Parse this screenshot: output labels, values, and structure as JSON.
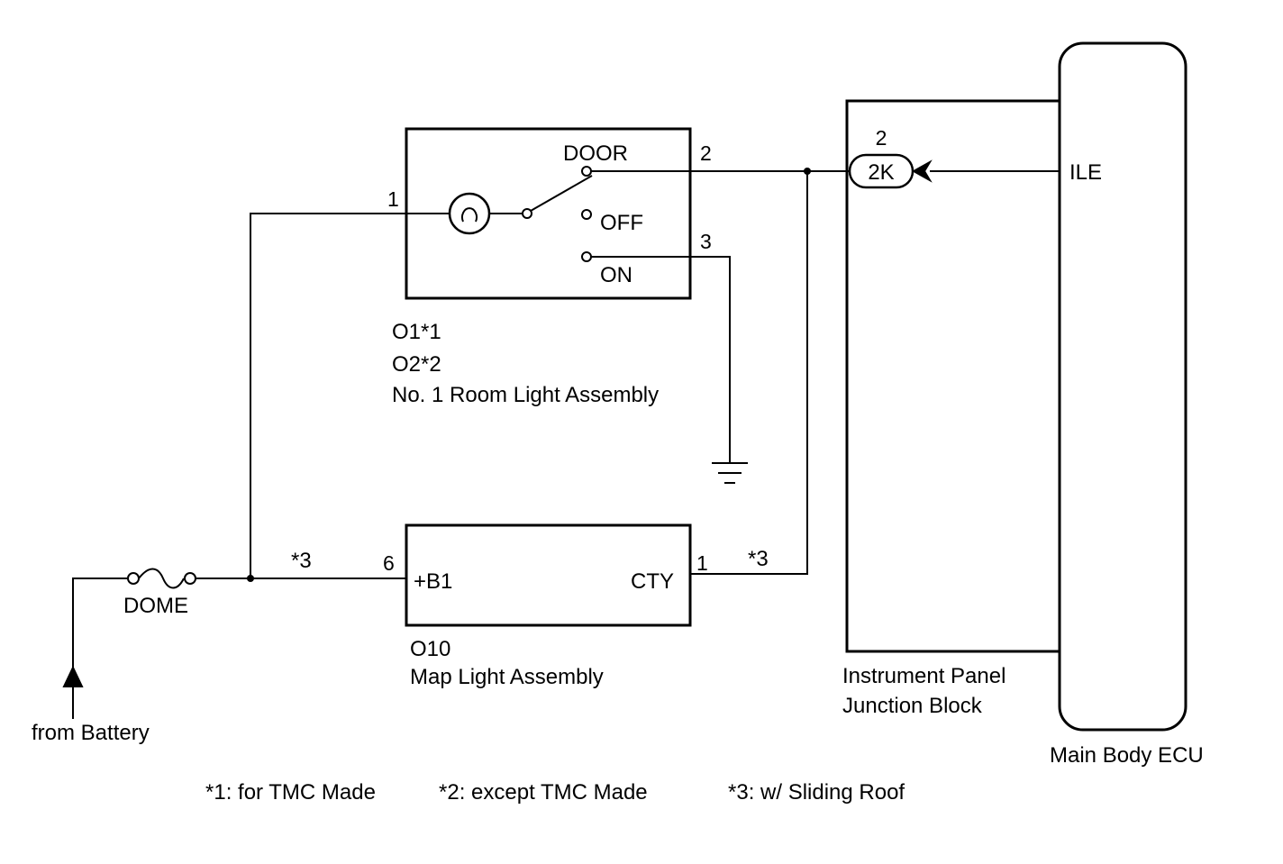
{
  "room_light": {
    "codes": [
      "O1*1",
      "O2*2"
    ],
    "name": "No. 1 Room Light Assembly",
    "positions": {
      "door": "DOOR",
      "off": "OFF",
      "on": "ON"
    },
    "pins": {
      "p1": "1",
      "p2": "2",
      "p3": "3"
    }
  },
  "map_light": {
    "code": "O10",
    "name": "Map Light Assembly",
    "terminals": {
      "b1": "+B1",
      "cty": "CTY"
    },
    "pins": {
      "p6": "6",
      "p1": "1"
    }
  },
  "junction_block": {
    "name_lines": [
      "Instrument Panel",
      "Junction Block"
    ],
    "connector": "2K",
    "pin": "2"
  },
  "ecu": {
    "name": "Main Body ECU",
    "terminal": "ILE"
  },
  "fuse": {
    "name": "DOME"
  },
  "source": {
    "label": "from Battery"
  },
  "wire_notes": {
    "left": "*3",
    "right": "*3"
  },
  "footnotes": [
    "*1: for TMC Made",
    "*2: except TMC Made",
    "*3: w/ Sliding Roof"
  ],
  "colors": {
    "line": "#000000",
    "background": "#ffffff"
  }
}
